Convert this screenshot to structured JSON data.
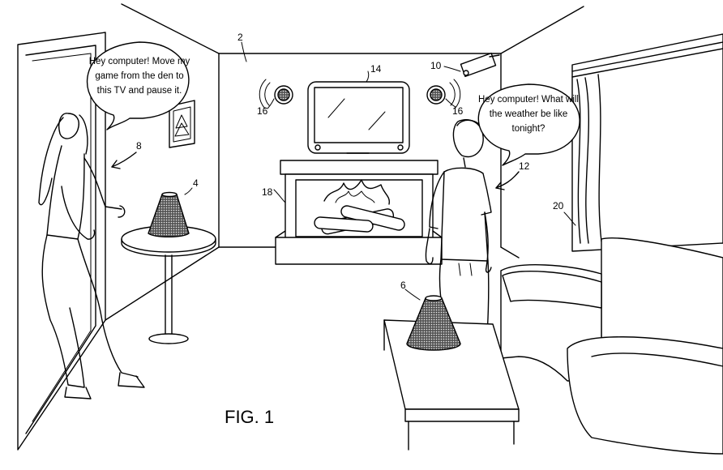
{
  "bubbles": {
    "left": [
      "Hey computer! Move my",
      "game from the den to",
      "this TV and pause it."
    ],
    "right": [
      "Hey computer! What will",
      "the weather be like",
      "tonight?"
    ]
  },
  "refs": {
    "room": "2",
    "speaker_table": "4",
    "speaker_coffee": "6",
    "arrow_woman": "8",
    "camera": "10",
    "arrow_man": "12",
    "tv": "14",
    "wall_speaker_left": "16",
    "wall_speaker_right": "16",
    "fireplace": "18",
    "curtain": "20"
  },
  "caption": "FIG. 1"
}
